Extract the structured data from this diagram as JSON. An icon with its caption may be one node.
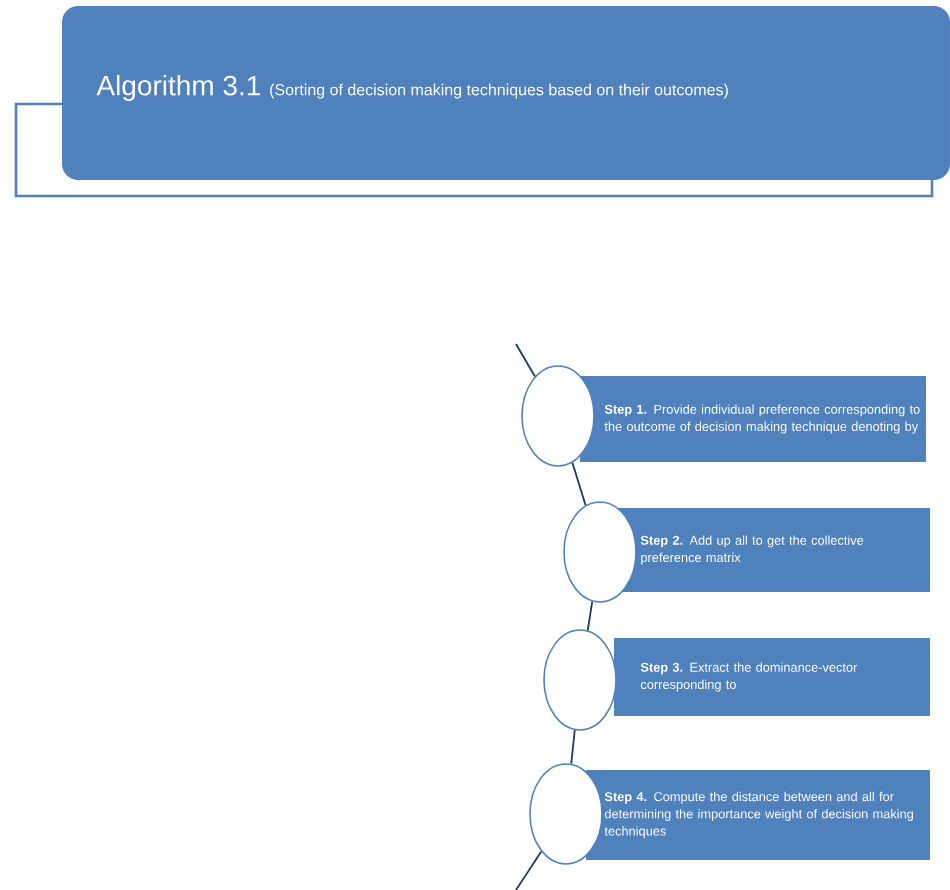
{
  "diagram": {
    "nodes": [
      {
        "text": [
          "Algorithm 3.1",
          "(Sorting of decision making techniques based on their outcomes)"
        ]
      },
      {
        "text": [],
        "shape": "circle"
      },
      {
        "text": [
          "**Step 1.** Provide individual preference corresponding to the outcome of decision making technique denoting by"
        ]
      },
      {
        "text": [],
        "shape": "circle"
      },
      {
        "text": [
          "**Step 2.** Add up all  to get the collective preference matrix"
        ]
      },
      {
        "text": [],
        "shape": "circle"
      },
      {
        "text": [
          "**Step 3.** Extract the dominance-vector corresponding  to"
        ]
      },
      {
        "text": [],
        "shape": "circle"
      },
      {
        "text": [
          "**Step 4.** Compute the distance  between   and all for determining the importance weight of decision making techniques"
        ]
      }
    ],
    "edges": [
      {
        "from": null,
        "to": 1,
        "arrow": "none"
      },
      {
        "from": 1,
        "to": 3,
        "arrow": "none"
      },
      {
        "from": 3,
        "to": 5,
        "arrow": "none"
      },
      {
        "from": 5,
        "to": 7,
        "arrow": "none"
      },
      {
        "from": 7,
        "to": null,
        "arrow": "none"
      }
    ]
  }
}
